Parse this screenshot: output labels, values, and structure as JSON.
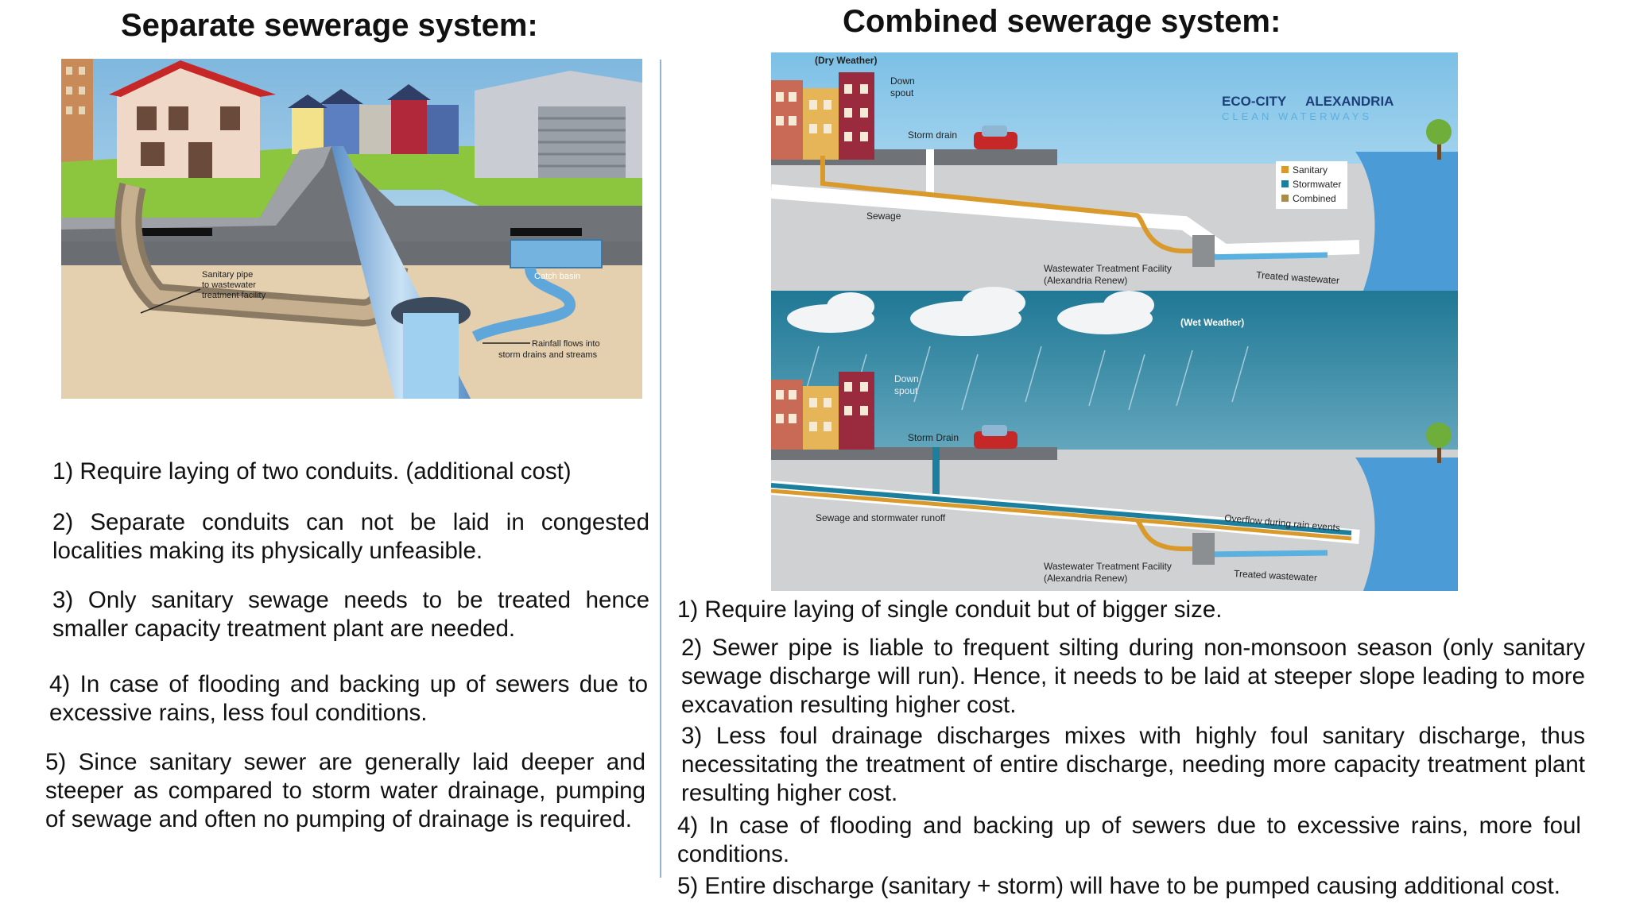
{
  "left": {
    "title": "Separate sewerage system:",
    "figure": {
      "sanitary_pipe_label": [
        "Sanitary pipe",
        "to wastewater",
        "treatment facility"
      ],
      "catch_basin_label": "Catch basin",
      "rainfall_label": [
        "Rainfall flows into",
        "storm drains and streams"
      ]
    },
    "points": [
      "1) Require laying of two conduits. (additional cost)",
      "2) Separate conduits can not be laid in congested localities making its physically unfeasible.",
      "3) Only sanitary sewage needs to be treated hence smaller capacity treatment plant are needed.",
      "4) In case of flooding and backing up of sewers due to excessive rains, less foul conditions.",
      "5) Since sanitary sewer are generally laid deeper and steeper as compared to storm water drainage, pumping of sewage and often no pumping of drainage is required."
    ]
  },
  "right": {
    "title": "Combined sewerage system:",
    "figure": {
      "dry_weather": "(Dry Weather)",
      "wet_weather": "(Wet Weather)",
      "down_spout_1": [
        "Down",
        "spout"
      ],
      "down_spout_2": [
        "Down",
        "spout"
      ],
      "storm_drain_1": "Storm drain",
      "storm_drain_2": "Storm Drain",
      "sewage": "Sewage",
      "sewage_runoff": "Sewage and stormwater runoff",
      "facility_1": [
        "Wastewater Treatment Facility",
        "(Alexandria Renew)"
      ],
      "facility_2": [
        "Wastewater Treatment Facility",
        "(Alexandria Renew)"
      ],
      "treated_1": "Treated wastewater",
      "treated_2": "Treated wastewater",
      "overflow": "Overflow during rain events",
      "logo_line1_a": "ECO-CITY",
      "logo_line1_b": "ALEXANDRIA",
      "logo_line2": "CLEAN WATERWAYS",
      "legend": [
        "Sanitary",
        "Stormwater",
        "Combined"
      ],
      "colors": {
        "sanitary": "#d99a2b",
        "stormwater": "#1c7f9e",
        "combined": "#a88d4a"
      }
    },
    "points": [
      "1) Require laying of single conduit but of bigger size.",
      "2) Sewer pipe is liable to frequent silting during non-monsoon season (only sanitary sewage discharge will run). Hence, it needs to be laid at steeper slope leading to more excavation resulting higher cost.",
      "3) Less foul drainage discharges mixes with highly foul sanitary discharge, thus necessitating the treatment of entire discharge, needing more capacity treatment plant resulting higher cost.",
      "4) In case of flooding and backing up of sewers due to excessive rains, more foul conditions.",
      "5) Entire discharge (sanitary + storm) will have to be pumped causing additional cost."
    ]
  }
}
